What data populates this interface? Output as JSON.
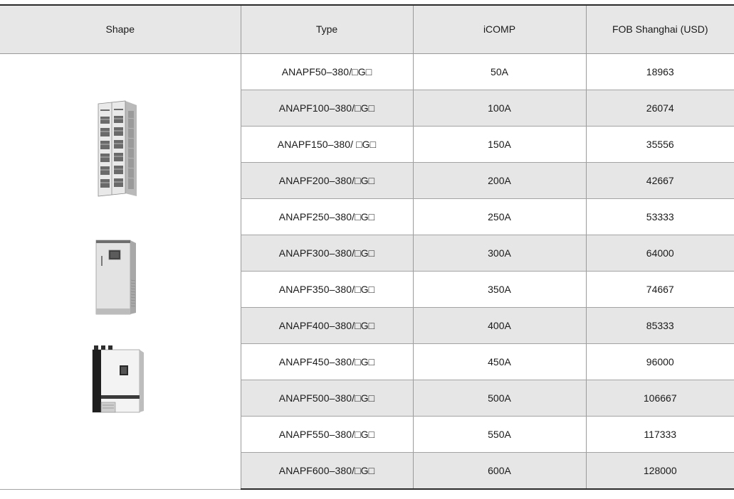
{
  "table": {
    "headers": {
      "shape": "Shape",
      "type": "Type",
      "icomp": "iCOMP",
      "fob": "FOB Shanghai (USD)"
    },
    "shape_images": [
      "tall-floor-cabinet",
      "mid-floor-cabinet",
      "wall-mounted-unit"
    ],
    "rows": [
      {
        "type": "ANAPF50–380/□G□",
        "icomp": "50A",
        "fob": "18963"
      },
      {
        "type": "ANAPF100–380/□G□",
        "icomp": "100A",
        "fob": "26074"
      },
      {
        "type": "ANAPF150–380/ □G□",
        "icomp": "150A",
        "fob": "35556"
      },
      {
        "type": "ANAPF200–380/□G□",
        "icomp": "200A",
        "fob": "42667"
      },
      {
        "type": "ANAPF250–380/□G□",
        "icomp": "250A",
        "fob": "53333"
      },
      {
        "type": "ANAPF300–380/□G□",
        "icomp": "300A",
        "fob": "64000"
      },
      {
        "type": "ANAPF350–380/□G□",
        "icomp": "350A",
        "fob": "74667"
      },
      {
        "type": "ANAPF400–380/□G□",
        "icomp": "400A",
        "fob": "85333"
      },
      {
        "type": "ANAPF450–380/□G□",
        "icomp": "450A",
        "fob": "96000"
      },
      {
        "type": "ANAPF500–380/□G□",
        "icomp": "500A",
        "fob": "106667"
      },
      {
        "type": "ANAPF550–380/□G□",
        "icomp": "550A",
        "fob": "117333"
      },
      {
        "type": "ANAPF600–380/□G□",
        "icomp": "600A",
        "fob": "128000"
      }
    ]
  }
}
